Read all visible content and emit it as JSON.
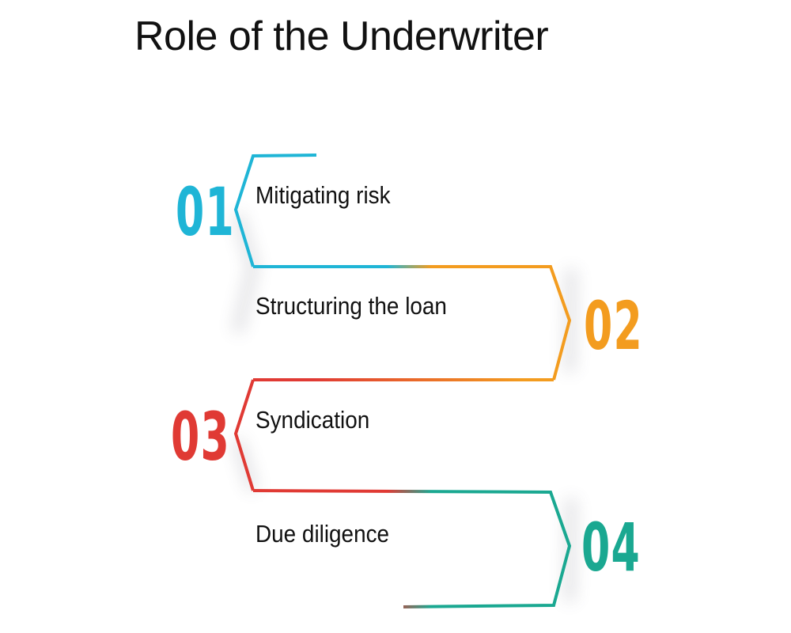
{
  "title": "Role of the Underwriter",
  "steps": [
    {
      "number": "01",
      "label": "Mitigating risk",
      "color": "#1fb5d6"
    },
    {
      "number": "02",
      "label": "Structuring the loan",
      "color": "#f39c1f"
    },
    {
      "number": "03",
      "label": "Syndication",
      "color": "#e03a34"
    },
    {
      "number": "04",
      "label": "Due diligence",
      "color": "#1aa891"
    }
  ]
}
